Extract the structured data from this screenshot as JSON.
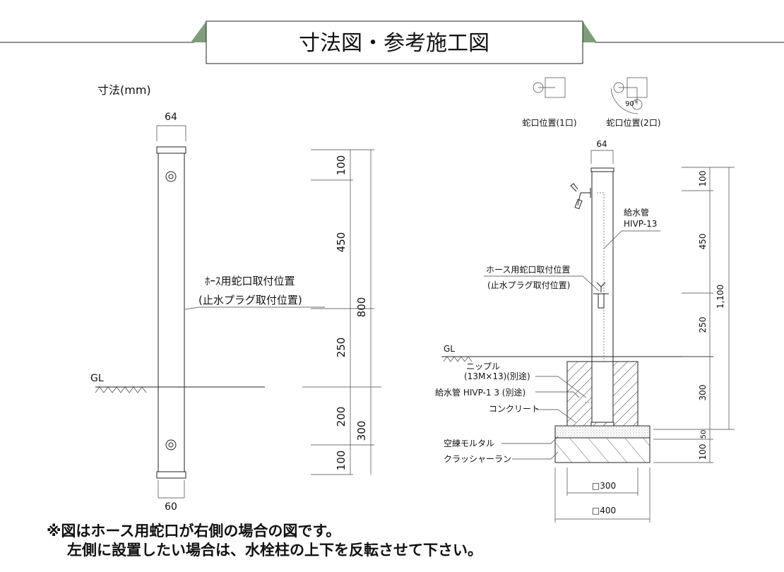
{
  "title": "寸法図・参考施工図",
  "colors": {
    "accent_green": "#7f9d7a",
    "line": "#222222"
  },
  "left": {
    "unit_label": "寸法(mm)",
    "top_width": "64",
    "bottom_width": "60",
    "gl": "GL",
    "callout_line1": "ﾎｰｽ用蛇口取付位置",
    "callout_line2": "(止水プラグ取付位置)",
    "dims": {
      "d1": "100",
      "d2": "450",
      "d3": "250",
      "d4": "200",
      "d5": "100",
      "total_above": "800",
      "total_below": "300"
    }
  },
  "right": {
    "faucet_pos_1": "蛇口位置(1口)",
    "faucet_pos_2": "蛇口位置(2口)",
    "angle": "90°",
    "top_width": "64",
    "pipe_label1": "給水管",
    "pipe_label2": "HIVP-13",
    "callout_line1": "ホース用蛇口取付位置",
    "callout_line2": "(止水プラグ取付位置)",
    "gl": "GL",
    "nipple1": "ニップル",
    "nipple2": "(13M×13)(別途)",
    "supply": "給水管 HIVP-1 3 (別途)",
    "concrete": "コンクリート",
    "mortar": "空練モルタル",
    "crusher": "クラッシャーラン",
    "dims": {
      "d1": "100",
      "d2": "450",
      "d3": "250",
      "d4": "300",
      "d5": "50",
      "d6": "100",
      "total": "1,100"
    },
    "width_300": "□300",
    "width_400": "□400"
  },
  "footnote": {
    "line1": "※図はホース用蛇口が右側の場合の図です。",
    "line2": "左側に設置したい場合は、水栓柱の上下を反転させて下さい。"
  }
}
